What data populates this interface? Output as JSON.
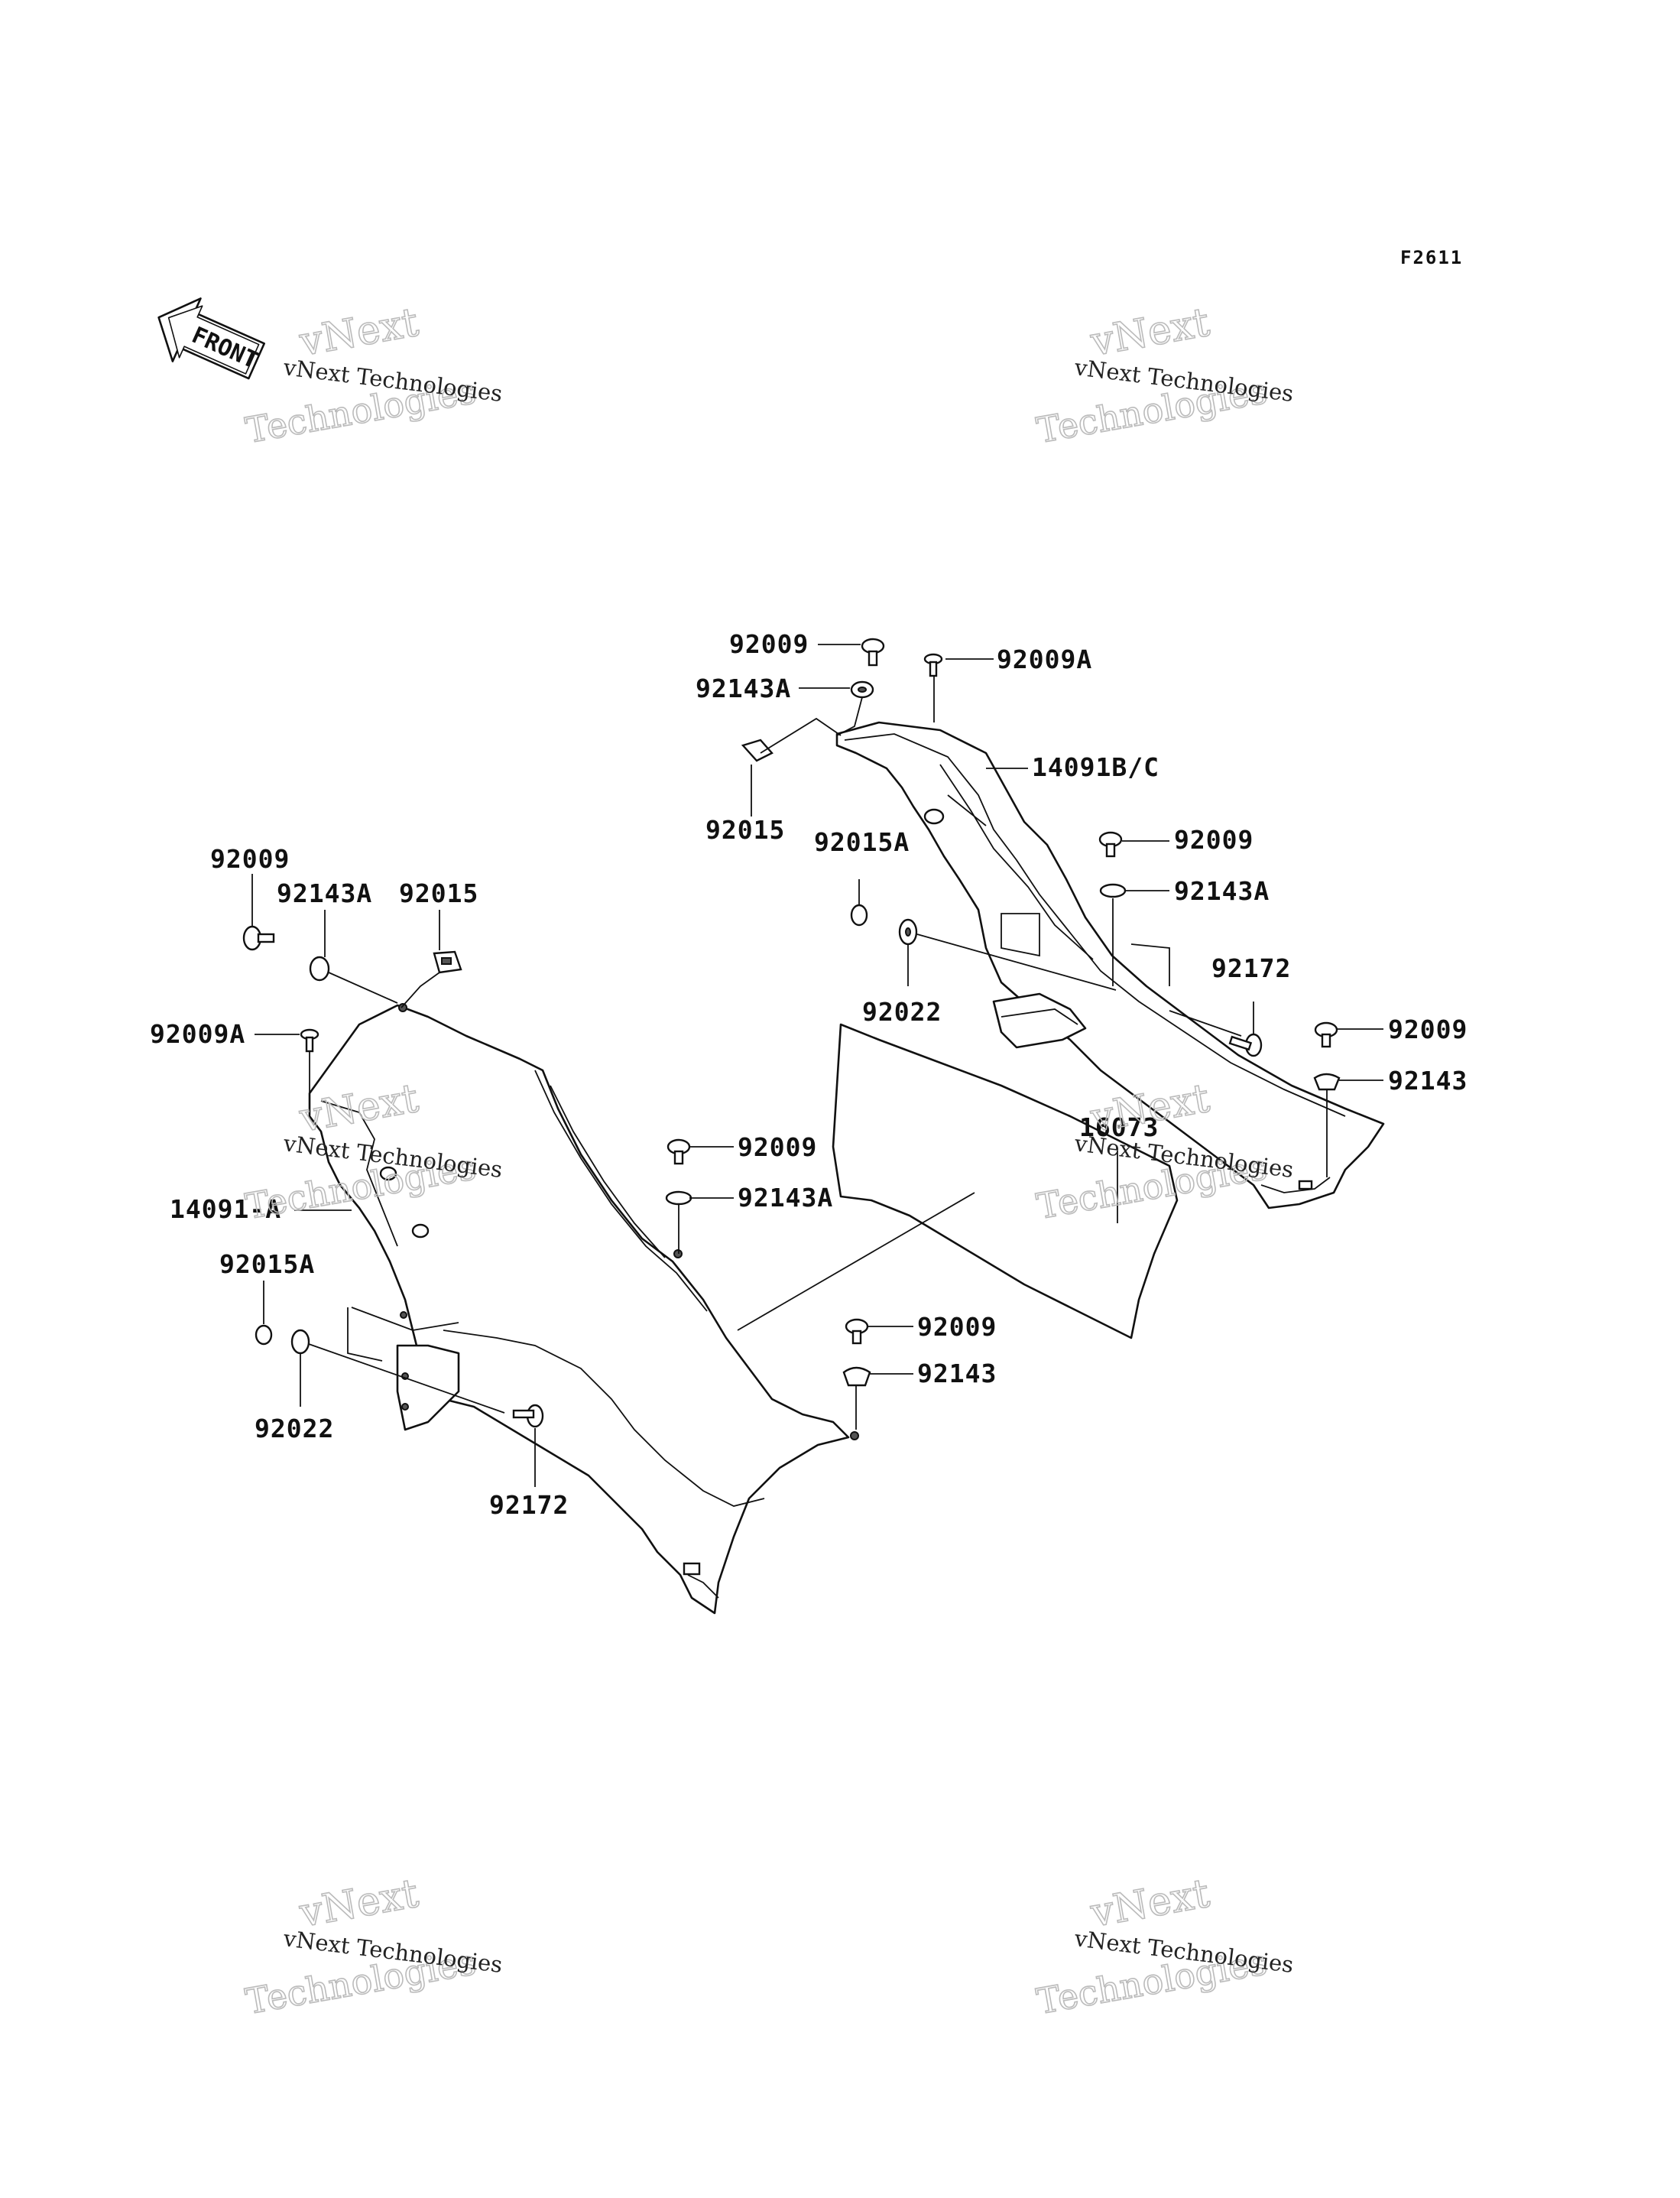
{
  "figure_code": "F2611",
  "front_label": "FRONT",
  "watermarks": [
    {
      "line1": "vNext Technologies",
      "line2": "vNext",
      "line3": "Technologies"
    },
    {
      "line1": "vNext Technologies",
      "line2": "vNext",
      "line3": "Technologies"
    },
    {
      "line1": "vNext Technologies",
      "line2": "vNext",
      "line3": "Technologies"
    },
    {
      "line1": "vNext Technologies",
      "line2": "vNext",
      "line3": "Technologies"
    },
    {
      "line1": "vNext Technologies",
      "line2": "vNext",
      "line3": "Technologies"
    }
  ],
  "callouts": {
    "right_92009_top": "92009",
    "right_92009A": "92009A",
    "right_92143A_top": "92143A",
    "right_14091BC": "14091B/C",
    "right_92015": "92015",
    "right_92015A": "92015A",
    "right_92009_b": "92009",
    "right_92143A_b": "92143A",
    "right_92022": "92022",
    "right_92172": "92172",
    "right_92009_c": "92009",
    "right_92143": "92143",
    "right_16073": "16073",
    "left_92009": "92009",
    "left_92143A": "92143A",
    "left_92015": "92015",
    "left_92009A": "92009A",
    "left_14091A": "14091-A",
    "left_92015A": "92015A",
    "left_92022": "92022",
    "left_92172": "92172",
    "mid_92009_a": "92009",
    "mid_92143A": "92143A",
    "mid_92009_b": "92009",
    "mid_92143": "92143"
  }
}
